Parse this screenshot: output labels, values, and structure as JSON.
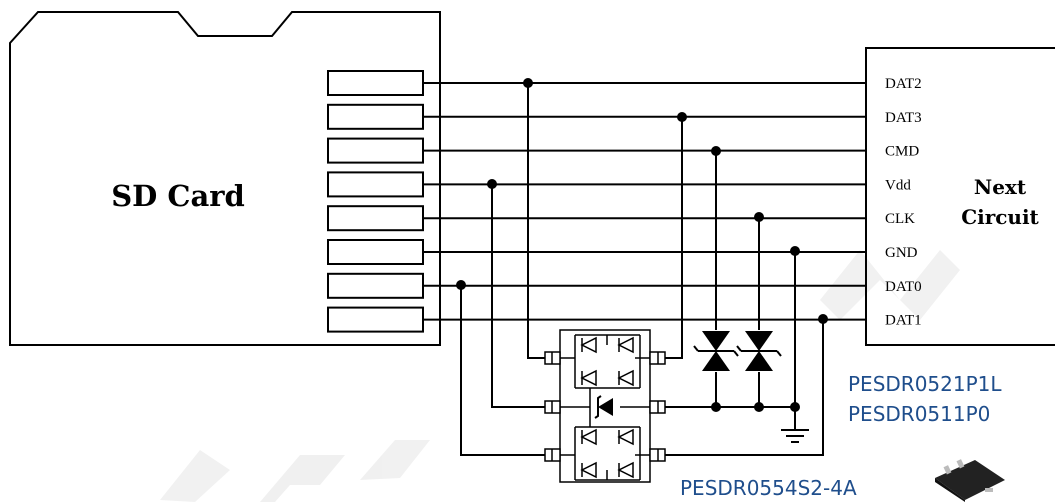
{
  "sd_card": {
    "label": "SD Card",
    "contact_count": 8
  },
  "next_circuit": {
    "label_line1": "Next",
    "label_line2": "Circuit",
    "pins": [
      "DAT2",
      "DAT3",
      "CMD",
      "Vdd",
      "CLK",
      "GND",
      "DAT0",
      "DAT1"
    ]
  },
  "parts": {
    "esd_single_1": "PESDR0521P1L",
    "esd_single_2": "PESDR0511P0",
    "esd_array": "PESDR0554S2-4A"
  },
  "colors": {
    "line": "#000000",
    "part_label": "#1f4e8c",
    "watermark": "#eeeeee"
  },
  "icons": {
    "tvs_diode": "zener-diode-icon",
    "ground": "ground-icon",
    "package": "sot-package-icon"
  }
}
